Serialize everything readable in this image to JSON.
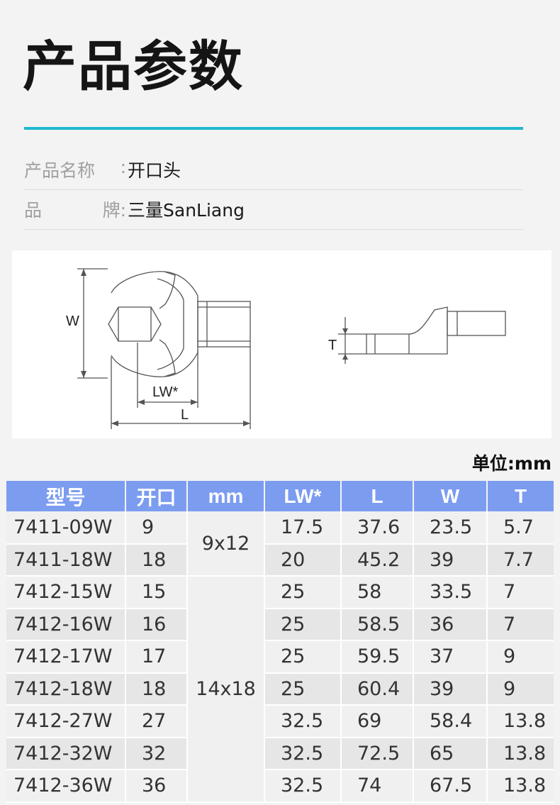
{
  "title": "产品参数",
  "info": [
    {
      "label_a": "产品名称",
      "label_b": ":",
      "value": "开口头"
    },
    {
      "label_a": "品",
      "label_b": "牌:",
      "value": "三量SanLiang"
    }
  ],
  "diagram": {
    "labels": {
      "w": "W",
      "lw": "LW*",
      "l": "L",
      "t": "T"
    }
  },
  "unit": "单位:mm",
  "table": {
    "headers": [
      "型号",
      "开口",
      "mm",
      "LW*",
      "L",
      "W",
      "T"
    ],
    "groups": [
      "9x12",
      "14x18"
    ],
    "rows": [
      {
        "model": "7411-09W",
        "open": "9",
        "lw": "17.5",
        "l": "37.6",
        "w": "23.5",
        "t": "5.7"
      },
      {
        "model": "7411-18W",
        "open": "18",
        "lw": "20",
        "l": "45.2",
        "w": "39",
        "t": "7.7"
      },
      {
        "model": "7412-15W",
        "open": "15",
        "lw": "25",
        "l": "58",
        "w": "33.5",
        "t": "7"
      },
      {
        "model": "7412-16W",
        "open": "16",
        "lw": "25",
        "l": "58.5",
        "w": "36",
        "t": "7"
      },
      {
        "model": "7412-17W",
        "open": "17",
        "lw": "25",
        "l": "59.5",
        "w": "37",
        "t": "9"
      },
      {
        "model": "7412-18W",
        "open": "18",
        "lw": "25",
        "l": "60.4",
        "w": "39",
        "t": "9"
      },
      {
        "model": "7412-27W",
        "open": "27",
        "lw": "32.5",
        "l": "69",
        "w": "58.4",
        "t": "13.8"
      },
      {
        "model": "7412-32W",
        "open": "32",
        "lw": "32.5",
        "l": "72.5",
        "w": "65",
        "t": "13.8"
      },
      {
        "model": "7412-36W",
        "open": "36",
        "lw": "32.5",
        "l": "74",
        "w": "67.5",
        "t": "13.8"
      }
    ]
  },
  "colors": {
    "accent": "#1fb9cf",
    "header_bg": "#7c9cf0",
    "row_a": "#f0f0f0",
    "row_b": "#e6e6e6"
  }
}
